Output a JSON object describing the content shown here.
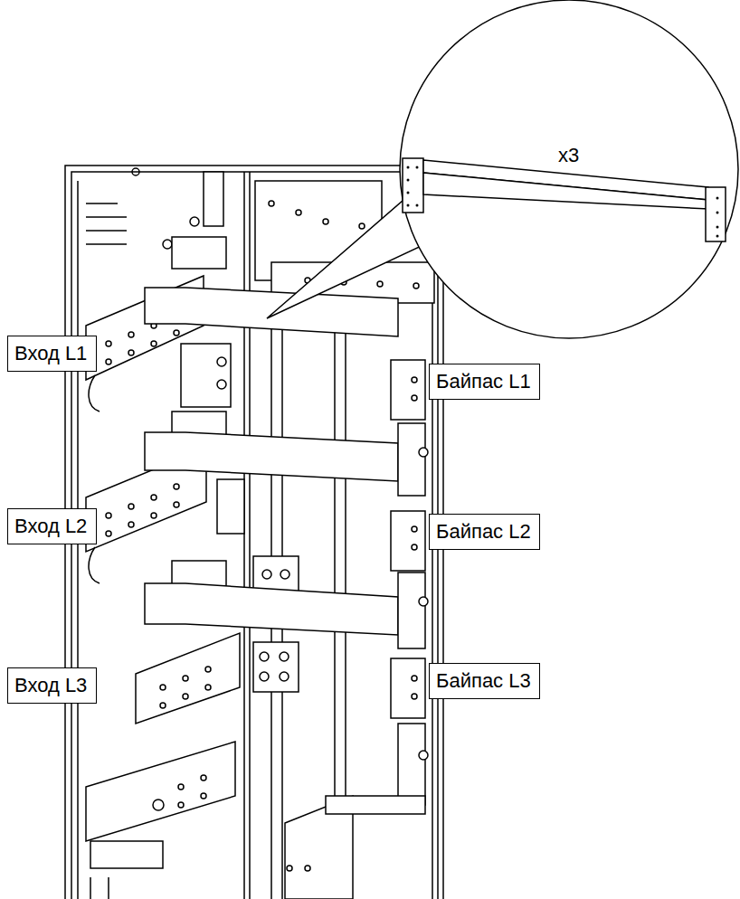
{
  "diagram": {
    "nodes": [
      {
        "text": [
          "x3"
        ]
      },
      {
        "text": [
          "Вход L1"
        ]
      },
      {
        "text": [
          "Байпас L1"
        ]
      },
      {
        "text": [
          "Вход L2"
        ]
      },
      {
        "text": [
          "Байпас L2"
        ]
      },
      {
        "text": [
          "Вход L3"
        ]
      },
      {
        "text": [
          "Байпас L3"
        ]
      }
    ]
  }
}
